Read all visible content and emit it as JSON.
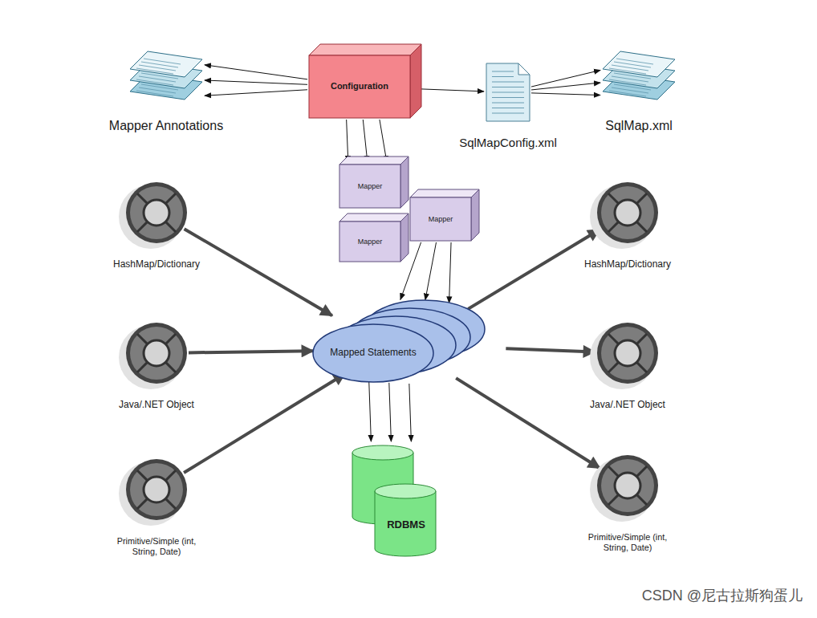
{
  "diagram": {
    "nodes": [
      {
        "text": [
          "Configuration"
        ]
      },
      {
        "text": [
          "Mapper Annotations"
        ]
      },
      {
        "text": [
          "SqlMapConfig.xml"
        ]
      },
      {
        "text": [
          "SqlMap.xml"
        ]
      },
      {
        "text": [
          "Mapper"
        ]
      },
      {
        "text": [
          "Mapper"
        ]
      },
      {
        "text": [
          "Mapper"
        ]
      },
      {
        "text": [
          "HashMap/Dictionary"
        ]
      },
      {
        "text": [
          "Java/.NET Object"
        ]
      },
      {
        "text": [
          "Primitive/Simple (int, String, Date)"
        ]
      },
      {
        "text": [
          "Mapped Statements"
        ]
      },
      {
        "text": [
          "RDBMS"
        ]
      },
      {
        "text": [
          "HashMap/Dictionary"
        ]
      },
      {
        "text": [
          "Java/.NET Object"
        ]
      },
      {
        "text": [
          "Primitive/Simple (int, String, Date)"
        ]
      }
    ],
    "edges": [
      {
        "from": 0,
        "to": 1,
        "arrow": "to"
      },
      {
        "from": 0,
        "to": 1,
        "arrow": "to"
      },
      {
        "from": 0,
        "to": 1,
        "arrow": "to"
      },
      {
        "from": 0,
        "to": 2,
        "arrow": "to"
      },
      {
        "from": 2,
        "to": 3,
        "arrow": "to"
      },
      {
        "from": 2,
        "to": 3,
        "arrow": "to"
      },
      {
        "from": 2,
        "to": 3,
        "arrow": "to"
      },
      {
        "from": 0,
        "to": 4,
        "arrow": "to"
      },
      {
        "from": 0,
        "to": 4,
        "arrow": "to"
      },
      {
        "from": 0,
        "to": 4,
        "arrow": "to"
      },
      {
        "from": 6,
        "to": 10,
        "arrow": "to"
      },
      {
        "from": 6,
        "to": 10,
        "arrow": "to"
      },
      {
        "from": 6,
        "to": 10,
        "arrow": "to"
      },
      {
        "from": 7,
        "to": 10,
        "arrow": "to"
      },
      {
        "from": 8,
        "to": 10,
        "arrow": "to"
      },
      {
        "from": 9,
        "to": 10,
        "arrow": "to"
      },
      {
        "from": 10,
        "to": 12,
        "arrow": "to"
      },
      {
        "from": 10,
        "to": 13,
        "arrow": "to"
      },
      {
        "from": 10,
        "to": 14,
        "arrow": "to"
      },
      {
        "from": 10,
        "to": 11,
        "arrow": "to"
      },
      {
        "from": 10,
        "to": 11,
        "arrow": "to"
      },
      {
        "from": 10,
        "to": 11,
        "arrow": "to"
      }
    ],
    "labels": [
      "CSDN @尼古拉斯狗蛋儿"
    ]
  }
}
